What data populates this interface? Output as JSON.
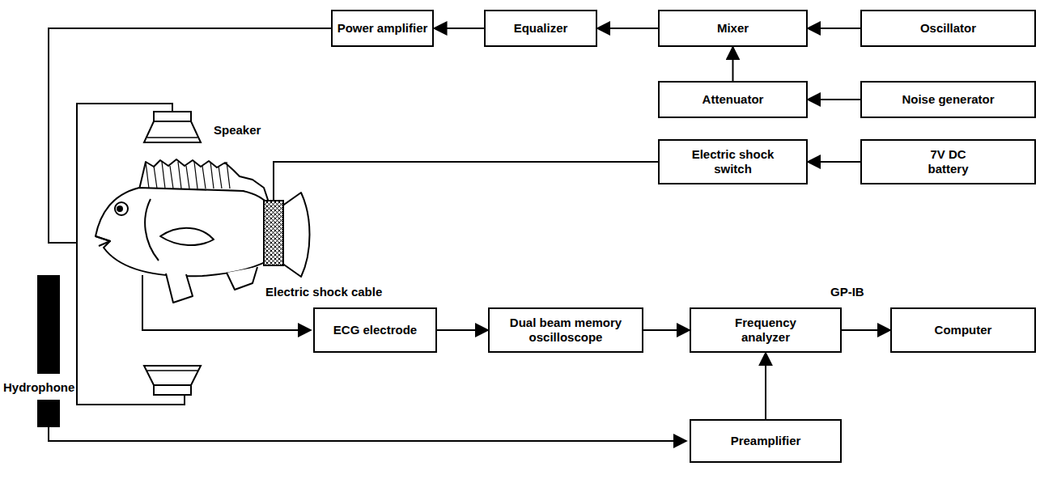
{
  "diagram": {
    "nodes": [
      {
        "text": [
          "Power amplifier"
        ]
      },
      {
        "text": [
          "Equalizer"
        ]
      },
      {
        "text": [
          "Mixer"
        ]
      },
      {
        "text": [
          "Oscillator"
        ]
      },
      {
        "text": [
          "Attenuator"
        ]
      },
      {
        "text": [
          "Noise generator"
        ]
      },
      {
        "text": [
          "Electric shock switch"
        ]
      },
      {
        "text": [
          "7V DC battery"
        ]
      },
      {
        "text": [
          "ECG electrode"
        ]
      },
      {
        "text": [
          "Dual beam memory oscilloscope"
        ]
      },
      {
        "text": [
          "Frequency analyzer"
        ]
      },
      {
        "text": [
          "Computer"
        ]
      },
      {
        "text": [
          "Preamplifier"
        ]
      }
    ],
    "edges": [
      {
        "from": 3,
        "to": 2,
        "arrow": "to"
      },
      {
        "from": 2,
        "to": 1,
        "arrow": "to"
      },
      {
        "from": 1,
        "to": 0,
        "arrow": "to"
      },
      {
        "from": 5,
        "to": 4,
        "arrow": "to"
      },
      {
        "from": 4,
        "to": 2,
        "arrow": "to"
      },
      {
        "from": 7,
        "to": 6,
        "arrow": "to"
      },
      {
        "from": 8,
        "to": 9,
        "arrow": "to"
      },
      {
        "from": 9,
        "to": 10,
        "arrow": "to"
      },
      {
        "from": 10,
        "to": 11,
        "arrow": "to"
      },
      {
        "from": 12,
        "to": 10,
        "arrow": "to"
      }
    ],
    "labels": [
      "Speaker",
      "Electric shock cable",
      "GP-IB",
      "Hydrophone"
    ]
  }
}
